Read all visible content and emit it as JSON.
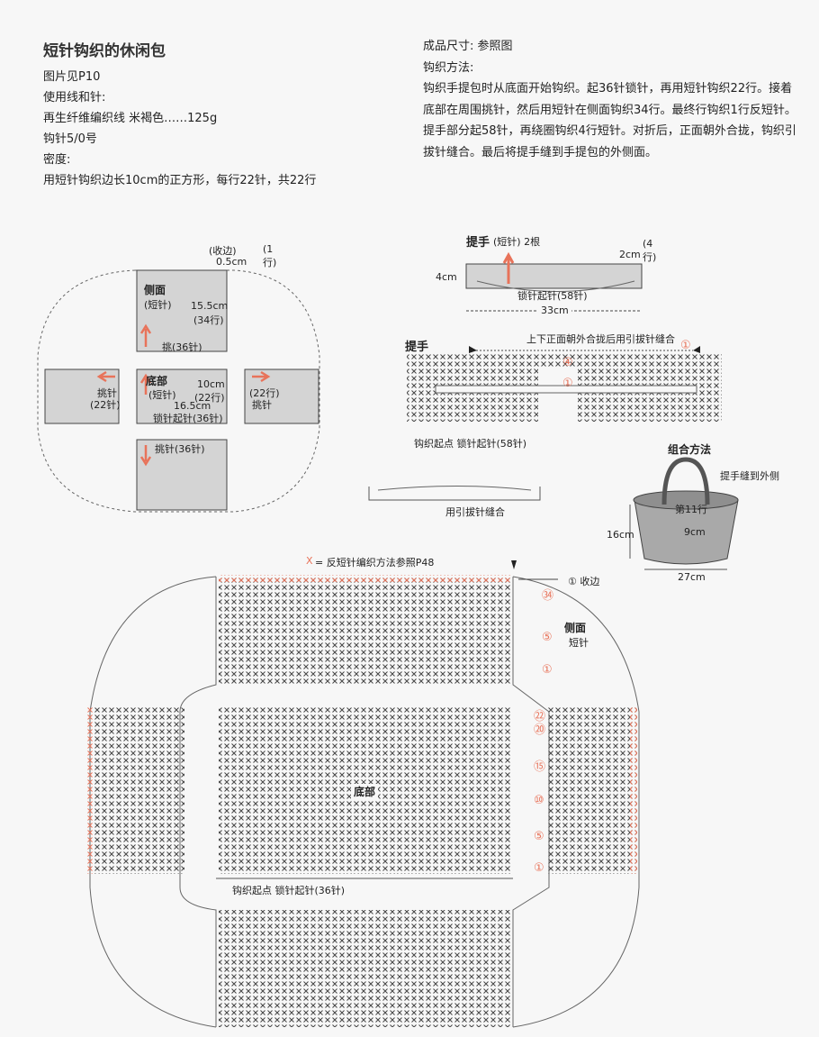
{
  "header": {
    "title": "短针钩织的休闲包",
    "photo_ref": "图片见P10",
    "materials_heading": "使用线和针:",
    "yarn": "再生纤维编织线 米褐色……125g",
    "hook": "钩针5/0号",
    "gauge_heading": "密度:",
    "gauge": "用短针钩织边长10cm的正方形，每行22针，共22行"
  },
  "method": {
    "size_line": "成品尺寸: 参照图",
    "method_heading": "钩织方法:",
    "method_text": "钩织手提包时从底面开始钩织。起36针锁针，再用短针钩织22行。接着底部在周围挑针，然后用短针在侧面钩织34行。最终行钩织1行反短针。提手部分起58针，再绕圈钩织4行短针。对折后，正面朝外合拢，钩织引拔针缝合。最后将提手缝到手提包的外侧面。"
  },
  "schematic": {
    "bind_off_label": "(收边)",
    "bind_off_size": "0.5cm",
    "one_row": "(1行)",
    "side_label": "侧面",
    "side_sub": "(短针)",
    "side_size": "15.5cm",
    "side_rows": "(34行)",
    "pickup_top": "挑(36针)",
    "base_label": "底部",
    "base_sub": "(短针)",
    "base_size": "10cm",
    "base_rows": "(22行)",
    "base_width": "16.5cm",
    "base_chain": "锁针起针(36针)",
    "pickup_left": "挑针",
    "pickup_left_n": "(22针)",
    "pickup_right": "(22行)",
    "pickup_right_n": "挑针",
    "pickup_bottom": "挑针(36针)"
  },
  "handle": {
    "title": "提手",
    "title_sub": "(短针) 2根",
    "height": "4cm",
    "fold": "2cm",
    "rows": "(4行)",
    "chain": "锁针起针(58针)",
    "length": "33cm",
    "chart_title": "提手",
    "chart_note": "上下正面朝外合拢后用引拔针缝合",
    "row_1": "①",
    "row_4": "④",
    "start": "钩织起点 锁针起针(58针)",
    "seam": "用引拔针缝合"
  },
  "assembly": {
    "title": "组合方法",
    "attach": "提手缝到外侧",
    "row11": "第11行",
    "depth": "9cm",
    "height": "16cm",
    "width": "27cm"
  },
  "main_chart": {
    "legend": "= 反短针编织方法参照P48",
    "legend_symbol": "X",
    "bind_off": "① 收边",
    "row34": "㉞",
    "side_label": "侧面",
    "side_sub": "短针",
    "row5": "⑤",
    "row1": "①",
    "row22": "㉒",
    "row20": "⑳",
    "row15": "⑮",
    "row10": "⑩",
    "row5b": "⑤",
    "row1b": "①",
    "base_label": "底部",
    "start": "钩织起点 锁针起针(36针)"
  },
  "colors": {
    "accent": "#e8735a",
    "panel_fill": "#d4d4d4",
    "stitch": "#444444"
  }
}
